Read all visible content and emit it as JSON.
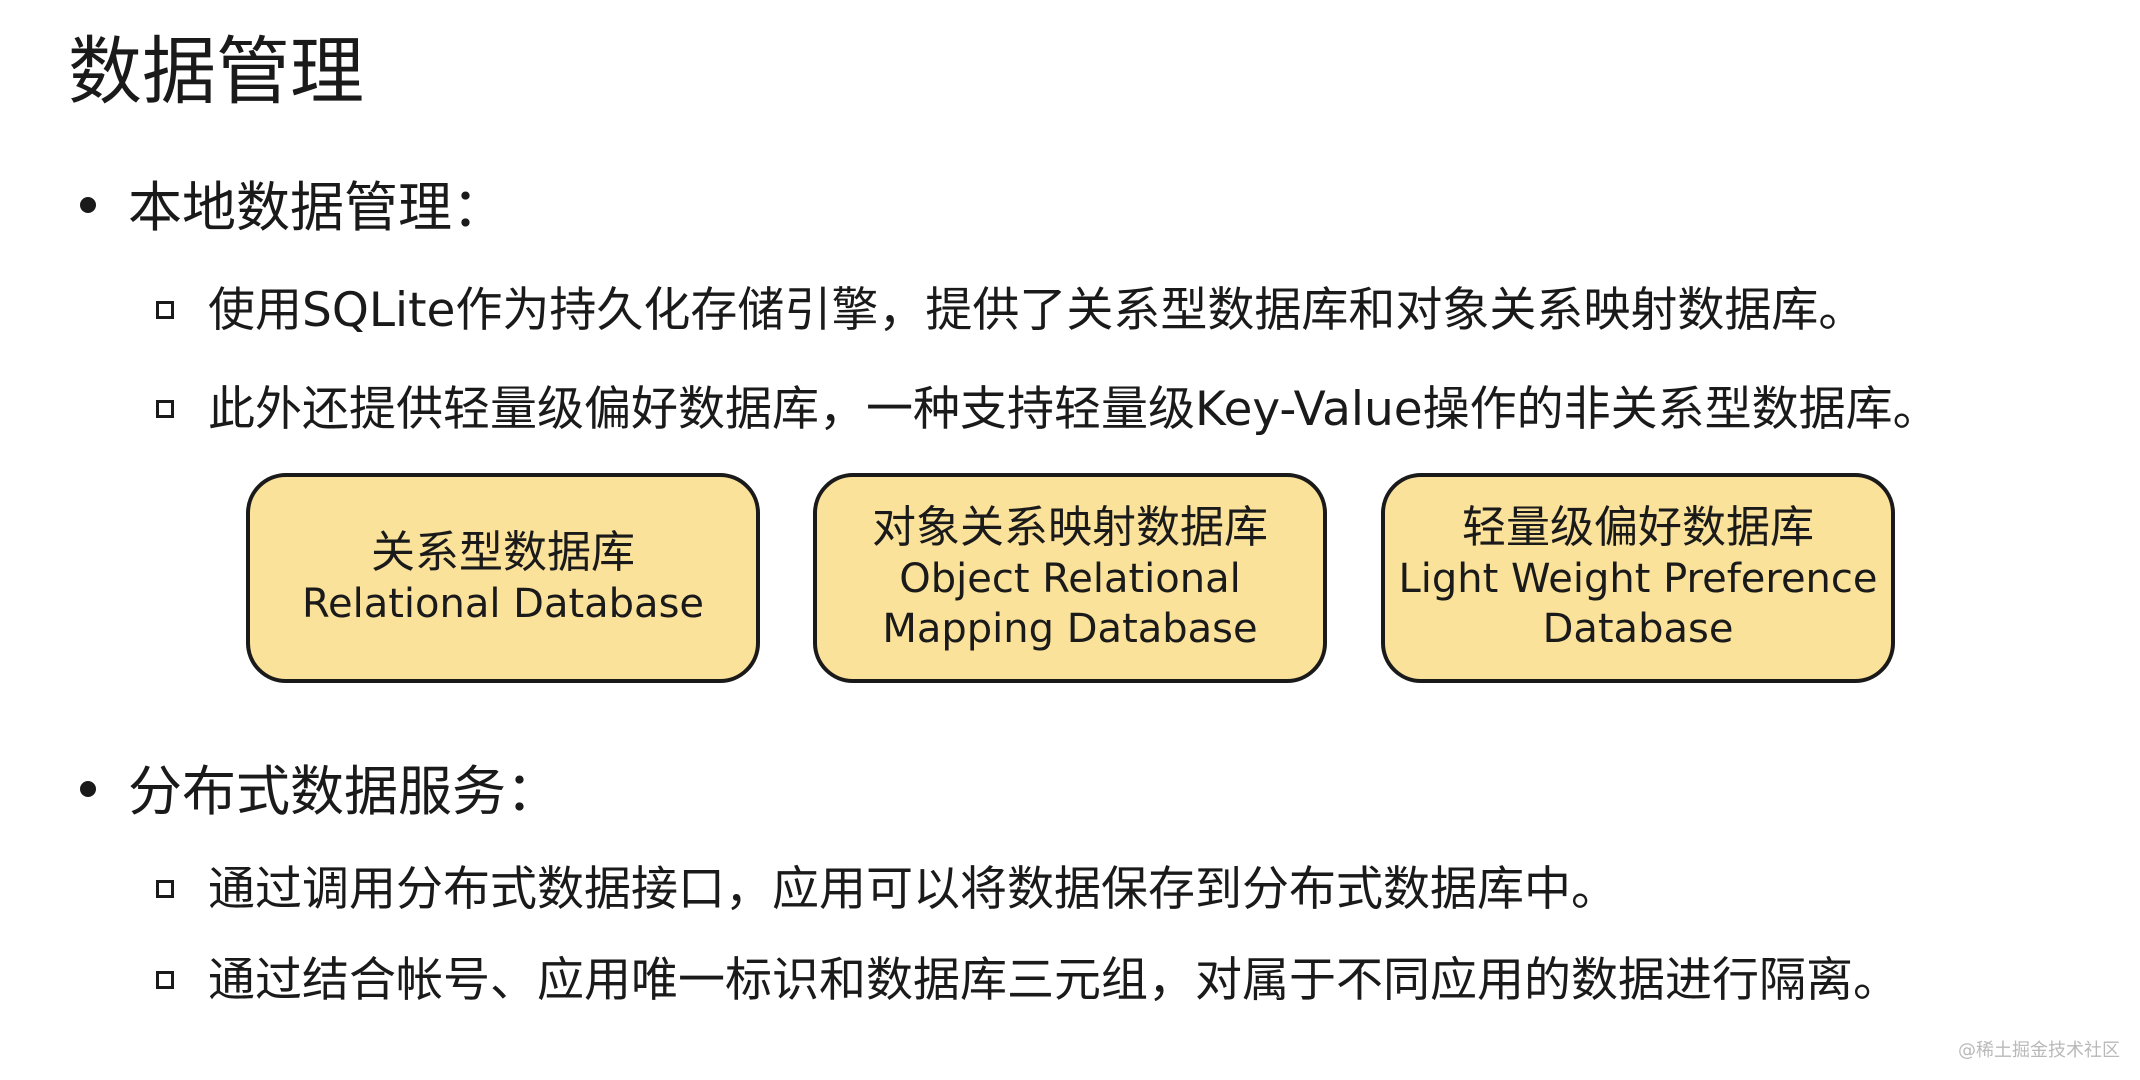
{
  "title": "数据管理",
  "sections": [
    {
      "heading": "本地数据管理：",
      "items": [
        "使用SQLite作为持久化存储引擎，提供了关系型数据库和对象关系映射数据库。",
        "此外还提供轻量级偏好数据库，一种支持轻量级Key-Value操作的非关系型数据库。"
      ]
    },
    {
      "heading": "分布式数据服务：",
      "items": [
        "通过调用分布式数据接口，应用可以将数据保存到分布式数据库中。",
        "通过结合帐号、应用唯一标识和数据库三元组，对属于不同应用的数据进行隔离。"
      ]
    }
  ],
  "boxes": [
    {
      "cn": "关系型数据库",
      "en_lines": [
        "Relational Database"
      ]
    },
    {
      "cn": "对象关系映射数据库",
      "en_lines": [
        "Object Relational",
        "Mapping Database"
      ]
    },
    {
      "cn": "轻量级偏好数据库",
      "en_lines": [
        "Light Weight Preference",
        "Database"
      ]
    }
  ],
  "watermark": "@稀土掘金技术社区",
  "colors": {
    "box_fill": "#fae29a",
    "box_border": "#1a1a1a",
    "text": "#1a1a1a"
  }
}
